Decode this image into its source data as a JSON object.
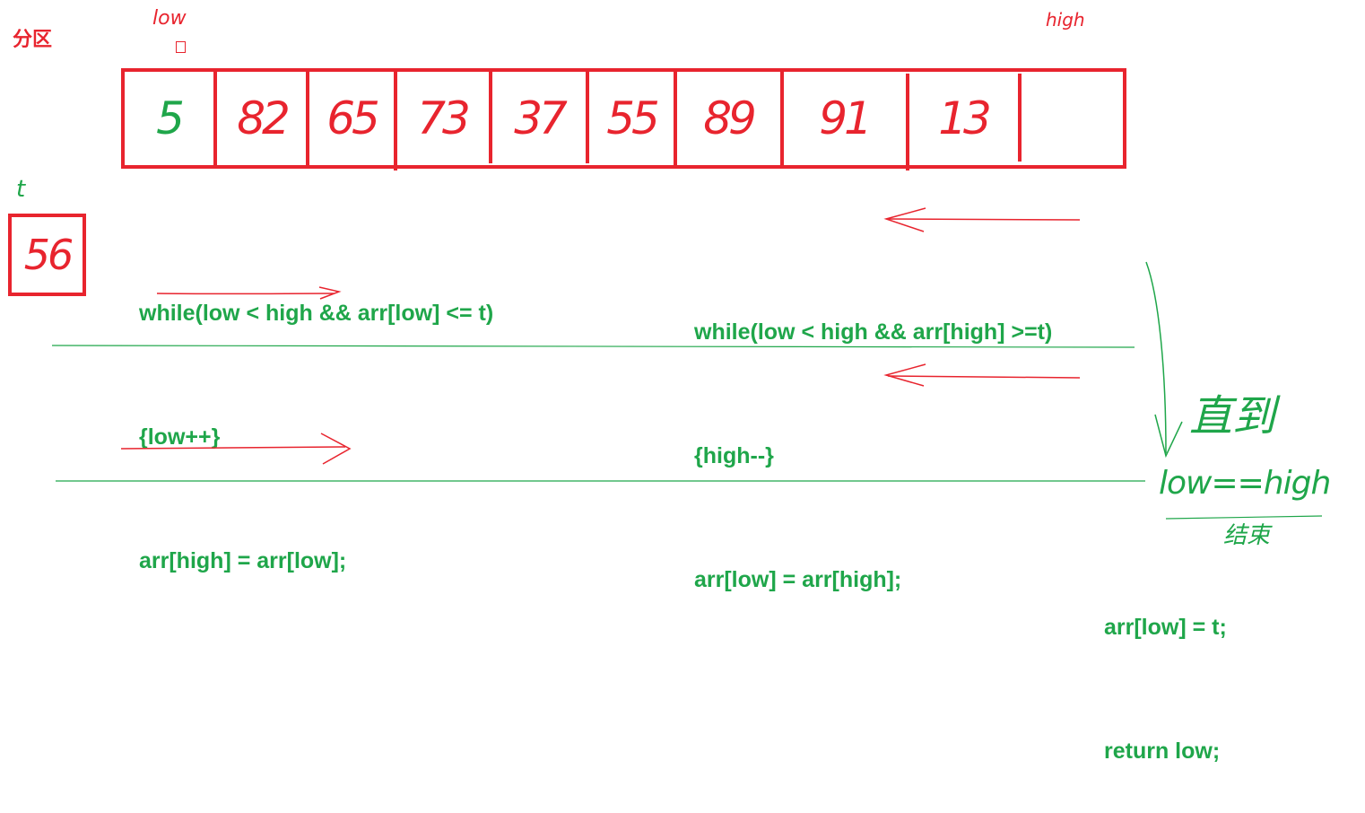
{
  "title": "分区",
  "labels": {
    "low": "low",
    "high": "high",
    "t": "t"
  },
  "pivot": {
    "value": "56"
  },
  "array": [
    {
      "value": "5"
    },
    {
      "value": "82"
    },
    {
      "value": "65"
    },
    {
      "value": "73"
    },
    {
      "value": "37"
    },
    {
      "value": "55"
    },
    {
      "value": "89"
    },
    {
      "value": "91"
    },
    {
      "value": "13"
    },
    {
      "value": ""
    }
  ],
  "code_left": {
    "line1": "while(low < high && arr[low] <= t)",
    "line2": "{low++}",
    "line3": "arr[high] = arr[low];"
  },
  "code_right": {
    "line1": "while(low < high && arr[high] >=t)",
    "line2": "{high--}",
    "line3": "arr[low] = arr[high];"
  },
  "code_end": {
    "line1": "arr[low] = t;",
    "line2": "return low;"
  },
  "annotations": {
    "until": "直到",
    "condition": "low==high",
    "end": "结束"
  },
  "colors": {
    "red": "#e8242e",
    "green": "#1fa64a"
  }
}
